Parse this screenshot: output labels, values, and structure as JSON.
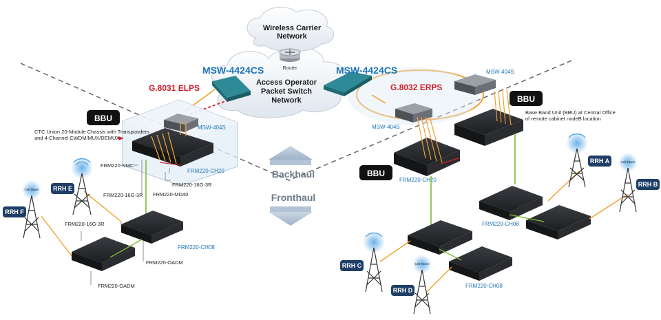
{
  "cloud": {
    "wireless_line1": "Wireless Carrier",
    "wireless_line2": "Network",
    "router_label": "Router",
    "access_line1": "Access Operator",
    "access_line2": "Packet Switch",
    "access_line3": "Network"
  },
  "switches": {
    "left_core": "MSW-4424CS",
    "right_core": "MSW-4424CS",
    "left_edge": "MSW-404S",
    "right_top": "MSW-404S",
    "right_mid": "MSW-404S"
  },
  "protocols": {
    "elps": "G.8031 ELPS",
    "erps": "G.8032 ERPS"
  },
  "haul": {
    "backhaul": "Backhaul",
    "fronthaul": "Fronthaul"
  },
  "bbu": {
    "left": "BBU",
    "right_top": "BBU",
    "right_mid": "BBU"
  },
  "annotations": {
    "ctc_line1": "CTC Union 20-Module Chassis with Transponders",
    "ctc_line2": "and 4-Channel CWDM/MUX/DEMUX",
    "bbu_desc_line1": "Base Band Unit (BBU) at Central Office",
    "bbu_desc_line2": "of remote cabinet nodeB location"
  },
  "equipment": {
    "ch20_left": "FRM220-CH20",
    "ch20_right": "FRM220-CH20",
    "ch08_left": "FRM220-CH08",
    "ch08_right_a": "FRM220-CH08",
    "ch08_right_d": "FRM220-CH08",
    "nmc": "FRM220-NMC",
    "g16_3r_a": "FRM220-16G-3R",
    "md40": "FRM220-MD40",
    "g16_3r_b": "FRM220-16G-3R",
    "g16_3r_c": "FRM220-16G-3R",
    "oadm_a": "FRM220-OADM",
    "oadm_b": "FRM220-OADM"
  },
  "rrh": {
    "a": "RRH A",
    "b": "RRH B",
    "c": "RRH C",
    "d": "RRH D",
    "e": "RRH E",
    "f": "RRH F"
  },
  "tower_text": "Cell Tower",
  "colors": {
    "blue": "#1d74b8",
    "red": "#d0202a",
    "navy_badge": "#1f3e66",
    "bbu_badge": "#111111",
    "orange_fiber": "#f0a030",
    "green_fiber": "#7dbb3a"
  }
}
